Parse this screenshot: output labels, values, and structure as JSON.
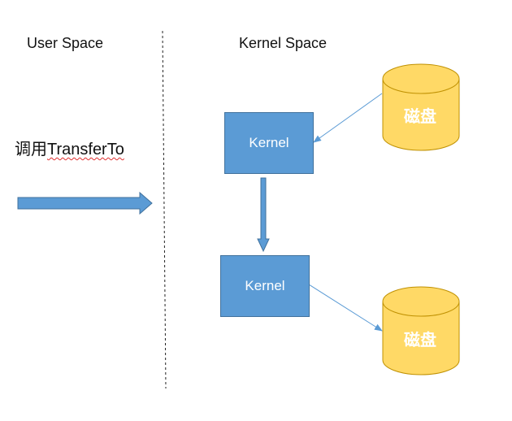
{
  "labels": {
    "user_space": "User Space",
    "kernel_space": "Kernel Space",
    "call_prefix": "调用",
    "call_method": "TransferTo"
  },
  "nodes": {
    "kernel_top": "Kernel",
    "kernel_bottom": "Kernel",
    "disk_top": "磁盘",
    "disk_bottom": "磁盘"
  },
  "colors": {
    "kernel_fill": "#5b9bd5",
    "kernel_border": "#41719c",
    "disk_fill": "#ffd966",
    "disk_border": "#bf9000",
    "arrow": "#5b9bd5"
  }
}
